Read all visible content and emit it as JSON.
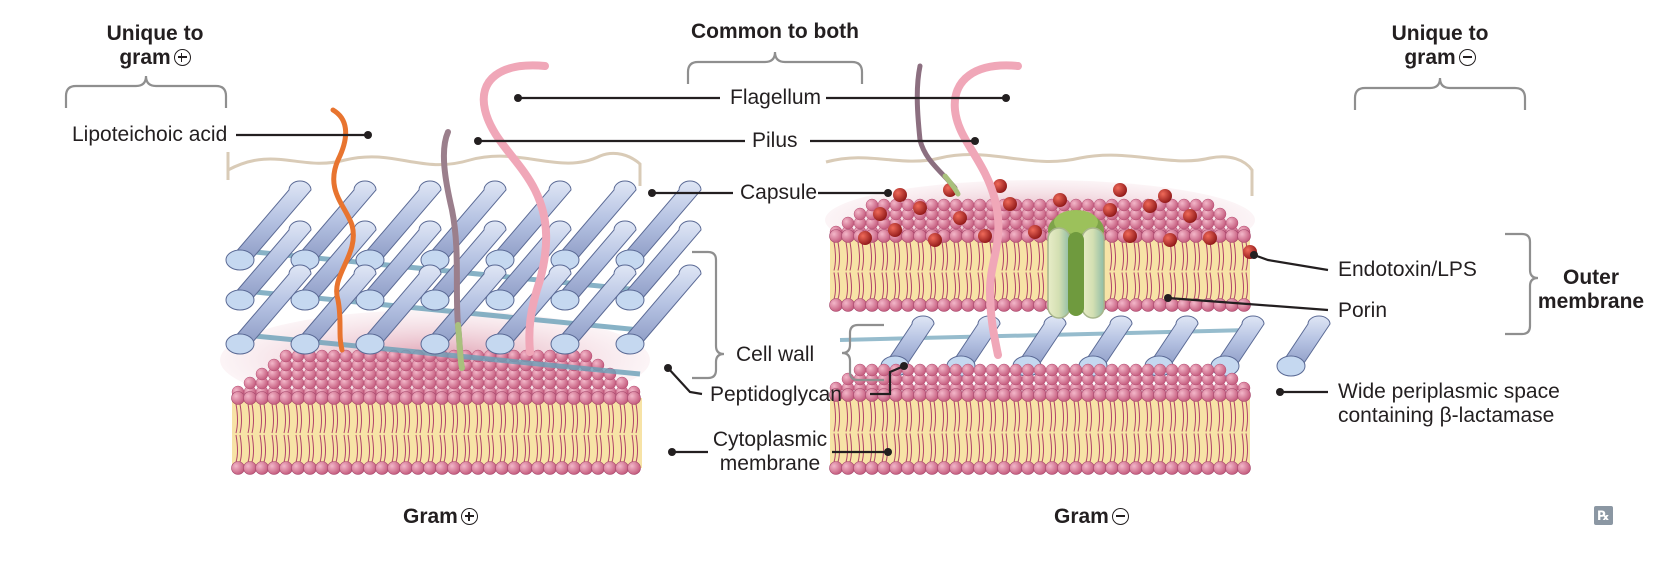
{
  "headers": {
    "unique_gram_pos": [
      "Unique to",
      "gram"
    ],
    "common": "Common to both",
    "unique_gram_neg": [
      "Unique to",
      "gram"
    ],
    "outer_membrane": [
      "Outer",
      "membrane"
    ]
  },
  "labels": {
    "lipoteichoic": "Lipoteichoic acid",
    "flagellum": "Flagellum",
    "pilus": "Pilus",
    "capsule": "Capsule",
    "cell_wall": "Cell wall",
    "peptidoglycan": "Peptidoglycan",
    "cytoplasmic": [
      "Cytoplasmic",
      "membrane"
    ],
    "endotoxin": "Endotoxin/LPS",
    "porin": "Porin",
    "periplasmic": [
      "Wide periplasmic space",
      "containing β-lactamase"
    ]
  },
  "captions": {
    "gram_pos": "Gram",
    "gram_neg": "Gram"
  },
  "logo": "℞",
  "colors": {
    "lipid_head": "#d56a8a",
    "lipid_tail": "#f7e3a6",
    "tail_line": "#b1426a",
    "rod": "#b5c6e4",
    "rod_cap": "#c5d8f0",
    "crosslink": "#6aa0b8",
    "lta": "#e8742f",
    "flagellum": "#f0a7b8",
    "pilus": "#9b7f8c",
    "pilus_neg": "#8c6f80",
    "lps": "#c32d2e",
    "porin": "#c7d7a8",
    "porin_dark": "#7ea34a",
    "bracket": "#8f8f8f",
    "leader": "#231f20"
  }
}
